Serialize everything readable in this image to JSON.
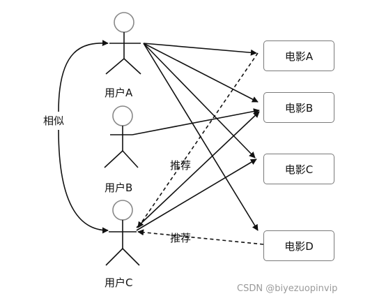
{
  "users": [
    {
      "id": "A",
      "label": "用户A"
    },
    {
      "id": "B",
      "label": "用户B"
    },
    {
      "id": "C",
      "label": "用户C"
    }
  ],
  "movies": [
    {
      "id": "A",
      "label": "电影A"
    },
    {
      "id": "B",
      "label": "电影B"
    },
    {
      "id": "C",
      "label": "电影C"
    },
    {
      "id": "D",
      "label": "电影D"
    }
  ],
  "similarity_label": "相似",
  "recommend_labels": [
    "推荐",
    "推荐"
  ],
  "edges": {
    "watched": [
      [
        "A",
        "A"
      ],
      [
        "A",
        "B"
      ],
      [
        "A",
        "C"
      ],
      [
        "A",
        "D"
      ],
      [
        "B",
        "B"
      ],
      [
        "C",
        "B"
      ],
      [
        "C",
        "C"
      ]
    ],
    "recommended": [
      [
        "A",
        "C"
      ],
      [
        "D",
        "C"
      ]
    ]
  },
  "watermark": "CSDN @biyezuopinvip",
  "colors": {
    "line": "#111111",
    "box_border": "#7a7a7a",
    "watermark": "#9a9a9a"
  }
}
